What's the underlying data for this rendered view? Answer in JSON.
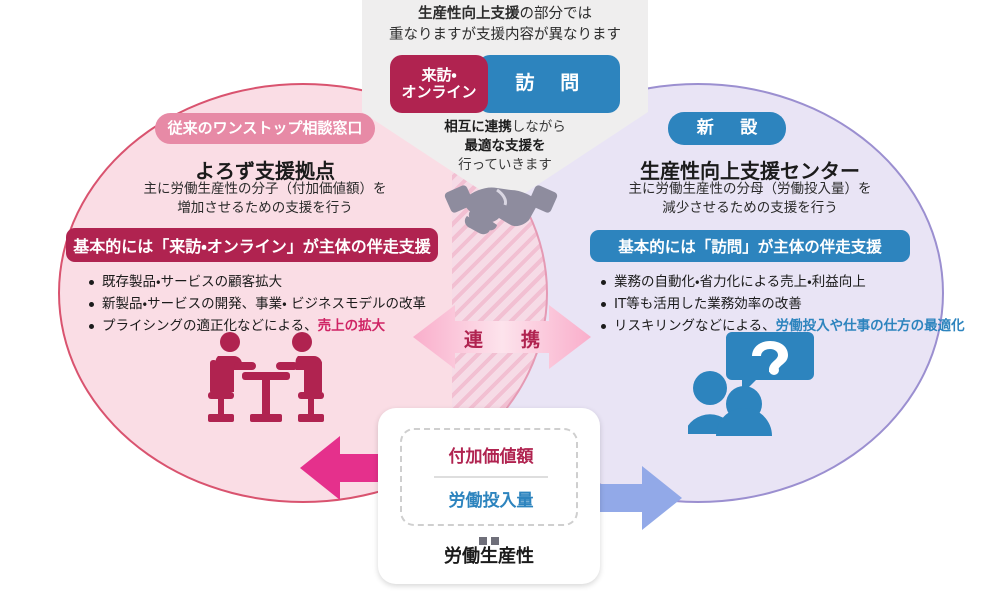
{
  "callout": {
    "headline_bold": "生産性向上支援",
    "headline_rest": "の部分では",
    "headline_line2": "重なりますが支援内容が異なります",
    "pills": [
      {
        "id": "visit-online",
        "label_line1": "来訪・",
        "label_line2": "オンライン",
        "color": "#b02350"
      },
      {
        "id": "visit",
        "label": "訪　問",
        "color": "#2d84be"
      }
    ],
    "note_line1_bold": "相互に連携",
    "note_line1_rest": "しながら",
    "note_line2_bold": "最適な支援を",
    "note_line3": "行っていきます",
    "icon": "handshake-icon"
  },
  "left_org": {
    "badge": "従来のワンストップ相談窓口",
    "badge_color": "#e78aa6",
    "title": "よろず支援拠点",
    "subtitle_line1": "主に労働生産性の分子（付加価値額）を",
    "subtitle_line2": "増加させるための支援を行う",
    "support_band": "基本的には「来訪・オンライン」が主体の伴走支援",
    "support_band_color": "#b02350",
    "bullets": [
      {
        "text": "既存製品・サービスの顧客拡大",
        "highlight": ""
      },
      {
        "text": "新製品・サービスの開発、事業・ ビジネスモデルの改革",
        "highlight": ""
      },
      {
        "text": "プライシングの適正化などによる、",
        "highlight": "売上の拡大"
      }
    ],
    "illustration": "two-people-at-table-icon",
    "ellipse_fill": "#fadde5",
    "ellipse_border": "#d9536f"
  },
  "right_org": {
    "badge": "新　設",
    "badge_color": "#2d84be",
    "title": "生産性向上支援センター",
    "subtitle_line1": "主に労働生産性の分母（労働投入量）を",
    "subtitle_line2": "減少させるための支援を行う",
    "support_band": "基本的には「訪問」が主体の伴走支援",
    "support_band_color": "#2d84be",
    "bullets": [
      {
        "text": "業務の自動化・省力化による売上・利益向上",
        "highlight": ""
      },
      {
        "text": "IT等も活用した業務効率の改善",
        "highlight": ""
      },
      {
        "text": "リスキリングなどによる、",
        "highlight": "労働投入や仕事の仕方の最適化"
      }
    ],
    "illustration": "people-with-question-bubble-icon",
    "ellipse_fill": "#e9e4f5",
    "ellipse_border": "#9b8fd0"
  },
  "center": {
    "cooperation_label": "連　携",
    "cooperation_text_color": "#b02350"
  },
  "productivity_card": {
    "numerator": "付加価値額",
    "numerator_color": "#b02350",
    "denominator": "労働投入量",
    "denominator_color": "#2d84be",
    "result_label": "労働生産性",
    "arrow_left_color": "#e5308c",
    "arrow_right_color": "#92a9e8"
  }
}
